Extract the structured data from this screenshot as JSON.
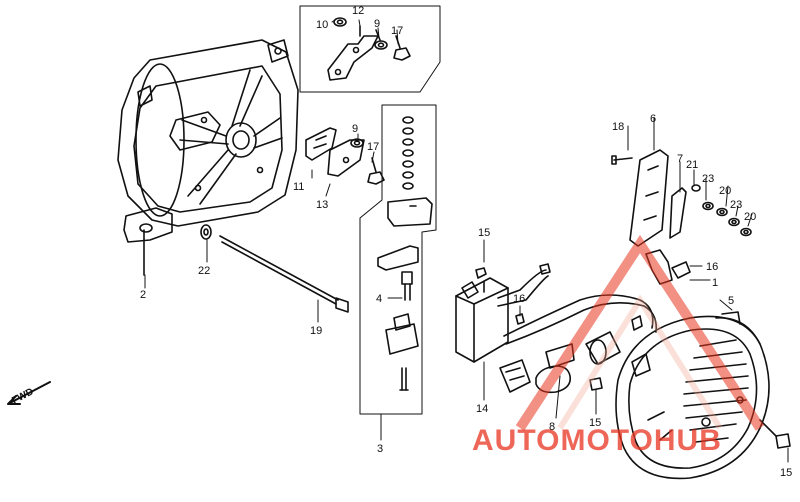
{
  "diagram": {
    "labels": {
      "p1": "1",
      "p2": "2",
      "p3": "3",
      "p4": "4",
      "p5": "5",
      "p6": "6",
      "p7": "7",
      "p8": "8",
      "p9a": "9",
      "p9b": "9",
      "p10": "10",
      "p11": "11",
      "p12": "12",
      "p13": "13",
      "p14": "14",
      "p15a": "15",
      "p15b": "15",
      "p15c": "15",
      "p16a": "16",
      "p16b": "16",
      "p17a": "17",
      "p17b": "17",
      "p18": "18",
      "p19": "19",
      "p20a": "20",
      "p20b": "20",
      "p21": "21",
      "p22": "22",
      "p23a": "23",
      "p23b": "23"
    },
    "fwd_label": "FWD"
  },
  "watermark": {
    "text": "AUTOMOTOHUB",
    "color": "#e8341f",
    "secondary_color": "#f0a58f"
  }
}
